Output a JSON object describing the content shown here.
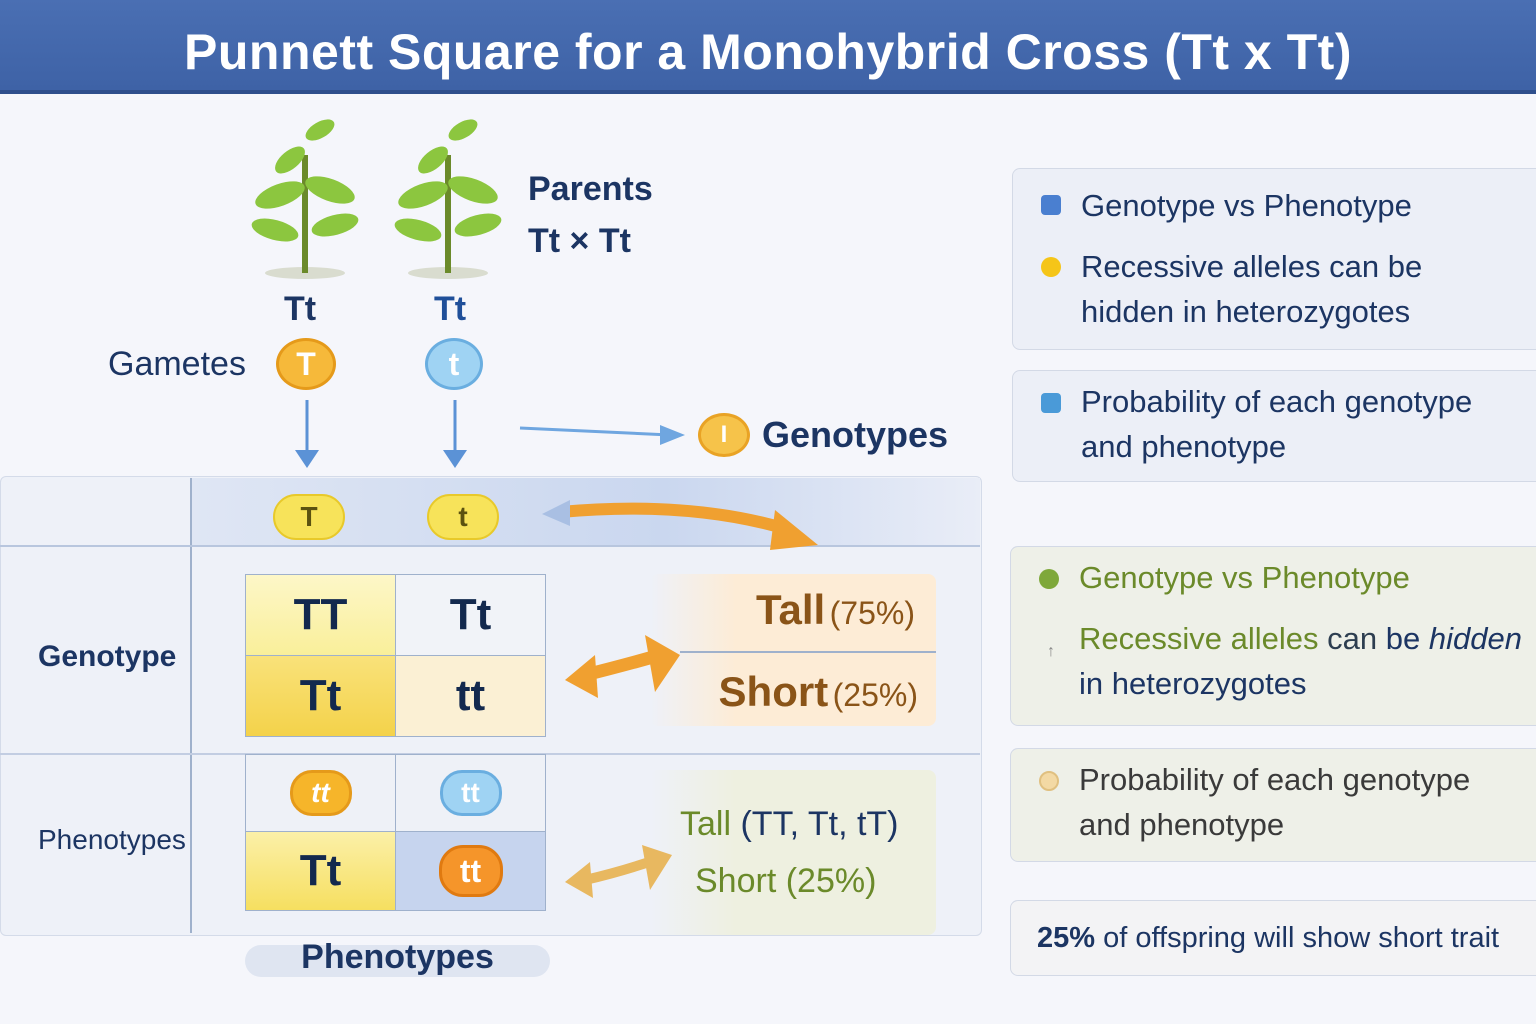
{
  "title": "Punnett Square for a Monohybrid Cross (Tt x Tt)",
  "parents": {
    "label": "Parents",
    "cross": "Tt × Tt",
    "left": "Tt",
    "right": "Tt"
  },
  "gametes": {
    "label": "Gametes",
    "left": "T",
    "right": "t"
  },
  "genotypes_badge": {
    "icon": "I",
    "label": "Genotypes"
  },
  "square": {
    "header": [
      "T",
      "t"
    ],
    "row_label_genotype": "Genotype",
    "row_label_phenotypes": "Phenotypes",
    "genotype_cells": [
      "TT",
      "Tt",
      "Tt",
      "tt"
    ],
    "phenotype_cells": [
      "tt",
      "tt",
      "Tt",
      "tt"
    ],
    "footer": "Phenotypes"
  },
  "results_top": {
    "tall": "Tall",
    "tall_pct": "(75%)",
    "short": "Short",
    "short_pct": "(25%)"
  },
  "results_bottom": {
    "tall": "Tall",
    "tall_detail": "(TT, Tt, tT)",
    "short": "Short",
    "short_pct": "(25%)"
  },
  "cards": [
    {
      "line1": "Genotype vs Phenotype",
      "line2": "Recessive alleles can be",
      "line3": "hidden in heterozygotes"
    },
    {
      "line1": "Probability of each genotype",
      "line2": "and phenotype"
    },
    {
      "line1": "Genotype vs Phenotype",
      "line2a": "Recessive alleles",
      "line2b": "can",
      "line2c": "be",
      "line2d": "hidden",
      "line3": "in heterozygotes"
    },
    {
      "line1": "Probability of each genotype",
      "line2": "and phenotype"
    },
    {
      "pct": "25%",
      "rest": "of offspring will show short trait"
    }
  ],
  "colors": {
    "header": "#4169ad",
    "yellow": "#f7df5a",
    "orange": "#f0a030",
    "blue": "#8ec9ee",
    "green": "#7ea83a"
  }
}
